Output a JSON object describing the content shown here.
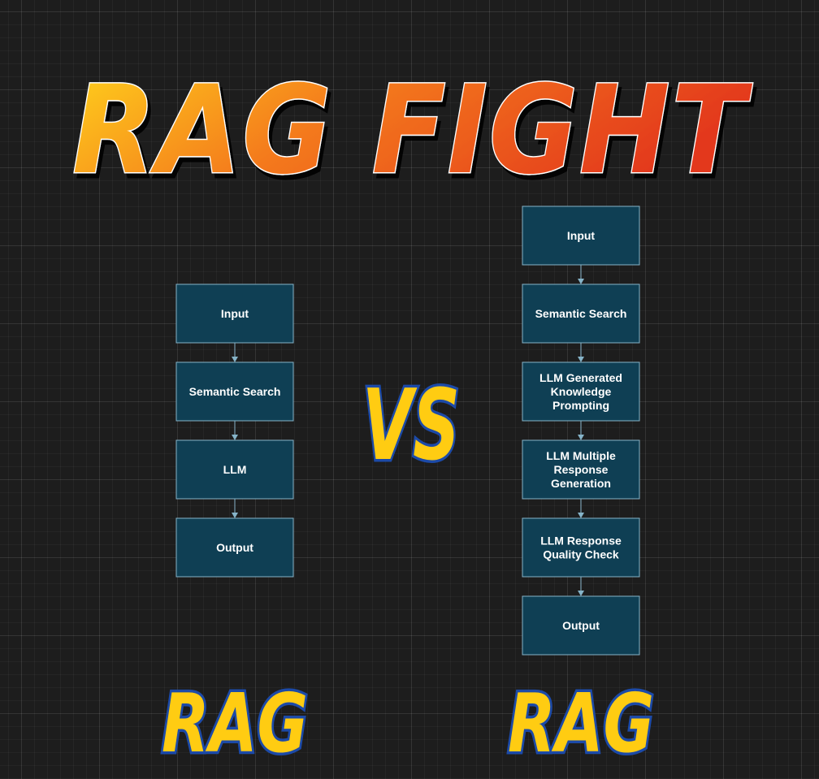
{
  "title": "RAG FIGHT",
  "vs_label": "VS",
  "colors": {
    "background": "#1d1d1d",
    "node_fill": "#0f3f54",
    "node_stroke": "#86b4c9",
    "title_gradient_start": "#ffd21a",
    "title_gradient_end": "#e3381c",
    "label_fill": "#ffcc12",
    "label_stroke": "#1c4aa8"
  },
  "left_flow": {
    "label": "RAG",
    "nodes": [
      "Input",
      "Semantic Search",
      "LLM",
      "Output"
    ]
  },
  "right_flow": {
    "label": "RAG",
    "nodes": [
      "Input",
      "Semantic Search",
      "LLM Generated\nKnowledge\nPrompting",
      "LLM Multiple\nResponse\nGeneration",
      "LLM Response\nQuality Check",
      "Output"
    ]
  }
}
